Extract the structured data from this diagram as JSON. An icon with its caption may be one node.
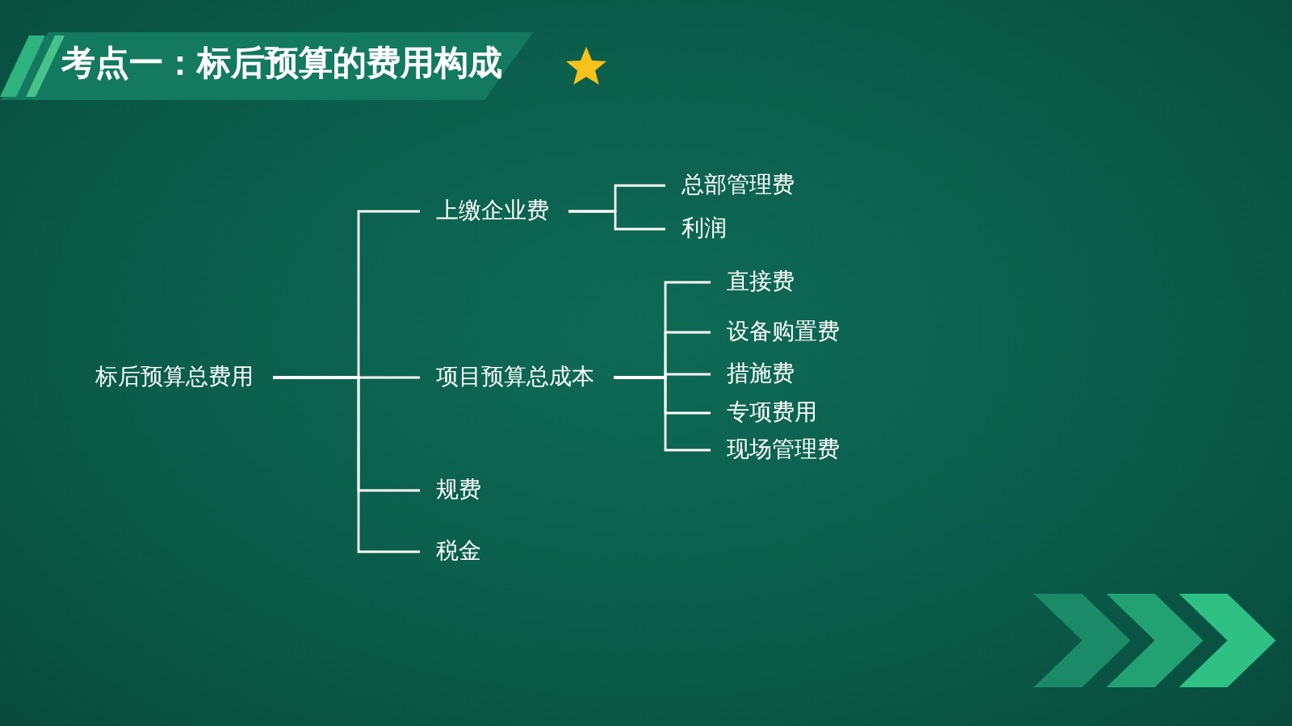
{
  "diagram": {
    "title": "考点一：标后预算的费用构成",
    "nodes": [
      {
        "text": [
          "标后预算总费用"
        ]
      },
      {
        "text": [
          "上缴企业费"
        ]
      },
      {
        "text": [
          "总部管理费"
        ]
      },
      {
        "text": [
          "利润"
        ]
      },
      {
        "text": [
          "项目预算总成本"
        ]
      },
      {
        "text": [
          "直接费"
        ]
      },
      {
        "text": [
          "设备购置费"
        ]
      },
      {
        "text": [
          "措施费"
        ]
      },
      {
        "text": [
          "专项费用"
        ]
      },
      {
        "text": [
          "现场管理费"
        ]
      },
      {
        "text": [
          "规费"
        ]
      },
      {
        "text": [
          "税金"
        ]
      }
    ],
    "edges": [
      {
        "from": 0,
        "to": 1,
        "arrow": "none"
      },
      {
        "from": 0,
        "to": 4,
        "arrow": "none"
      },
      {
        "from": 0,
        "to": 10,
        "arrow": "none"
      },
      {
        "from": 0,
        "to": 11,
        "arrow": "none"
      },
      {
        "from": 1,
        "to": 2,
        "arrow": "none"
      },
      {
        "from": 1,
        "to": 3,
        "arrow": "none"
      },
      {
        "from": 4,
        "to": 5,
        "arrow": "none"
      },
      {
        "from": 4,
        "to": 6,
        "arrow": "none"
      },
      {
        "from": 4,
        "to": 7,
        "arrow": "none"
      },
      {
        "from": 4,
        "to": 8,
        "arrow": "none"
      },
      {
        "from": 4,
        "to": 9,
        "arrow": "none"
      }
    ]
  }
}
